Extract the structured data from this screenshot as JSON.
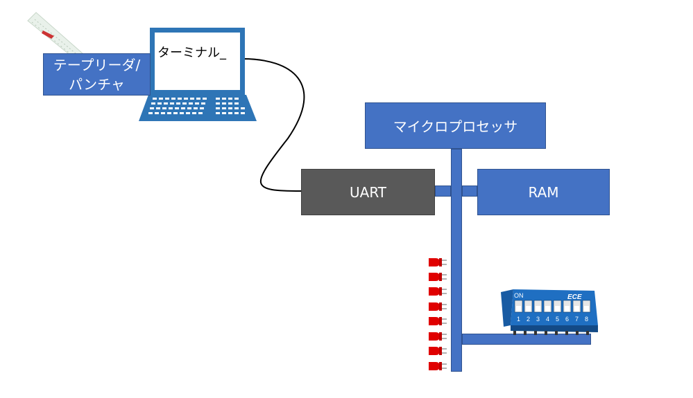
{
  "nodes": {
    "tape_reader_punch": {
      "line1": "テープリーダ/",
      "line2": "パンチャ"
    },
    "terminal": {
      "screen_text": "ターミナル_"
    },
    "microprocessor": {
      "label": "マイクロプロセッサ"
    },
    "uart": {
      "label": "UART"
    },
    "ram": {
      "label": "RAM"
    }
  },
  "dip_switch": {
    "on_label": "ON",
    "brand": "ECE",
    "numbers": [
      "1",
      "2",
      "3",
      "4",
      "5",
      "6",
      "7",
      "8"
    ]
  },
  "leds": {
    "count": 8
  },
  "colors": {
    "block": "#4472c4",
    "uart": "#595959",
    "led": "#e00000",
    "dip_body": "#1f6fc2"
  }
}
